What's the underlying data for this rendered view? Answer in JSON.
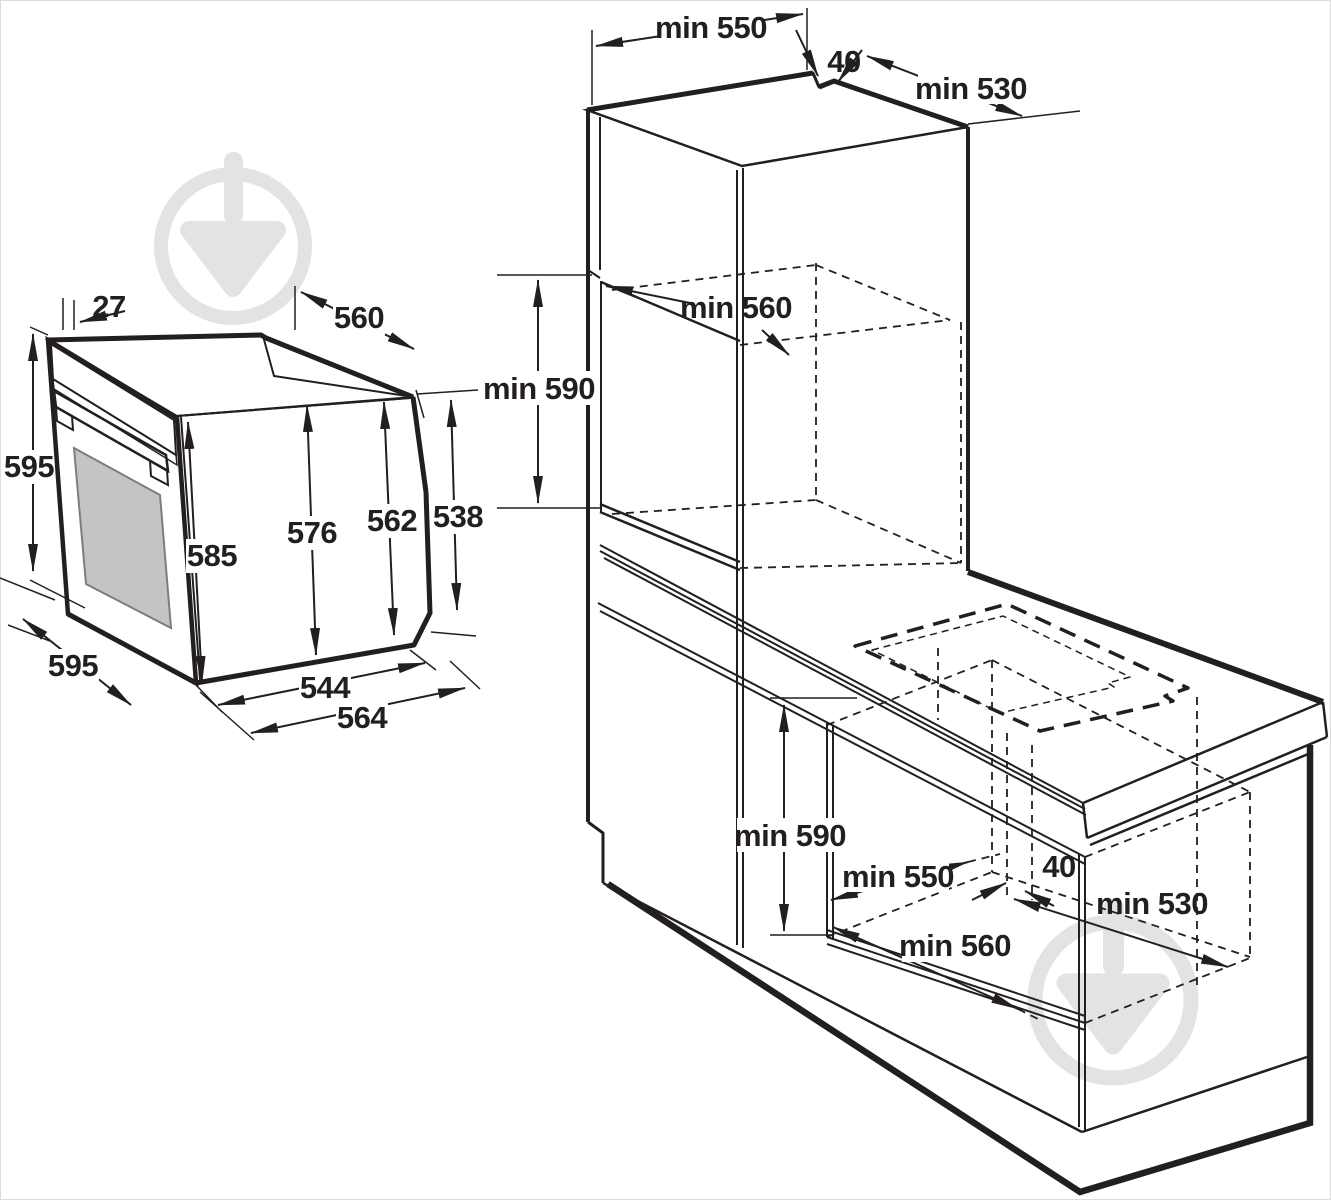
{
  "diagram": {
    "type": "technical-installation-drawing",
    "units": "mm",
    "oven": {
      "door_thickness": "27",
      "top_depth": "560",
      "overall_height": "595",
      "front_panel_height": "585",
      "body_height_front": "576",
      "body_height_rear": "562",
      "rear_edge_height": "538",
      "overall_depth": "595",
      "body_bottom_depth": "544",
      "bottom_overall_depth": "564"
    },
    "cabinet": {
      "tall_unit": {
        "niche_width": "min 550",
        "vent_gap": "40",
        "unit_depth": "min 530",
        "niche_depth": "min 560",
        "niche_height": "min 590"
      },
      "base_unit": {
        "niche_height": "min 590",
        "niche_width": "min 550",
        "vent_gap": "40",
        "unit_depth": "min 530",
        "niche_depth": "min 560"
      }
    }
  },
  "watermark": {
    "icon": "trowel-circle-logo",
    "color": "#e3e3e3"
  },
  "colors": {
    "line": "#231f20",
    "door_frame": "#a2a2a2",
    "door_window": "#c4c4c4",
    "control_panel": "#9a9a9a",
    "background": "#ffffff"
  }
}
